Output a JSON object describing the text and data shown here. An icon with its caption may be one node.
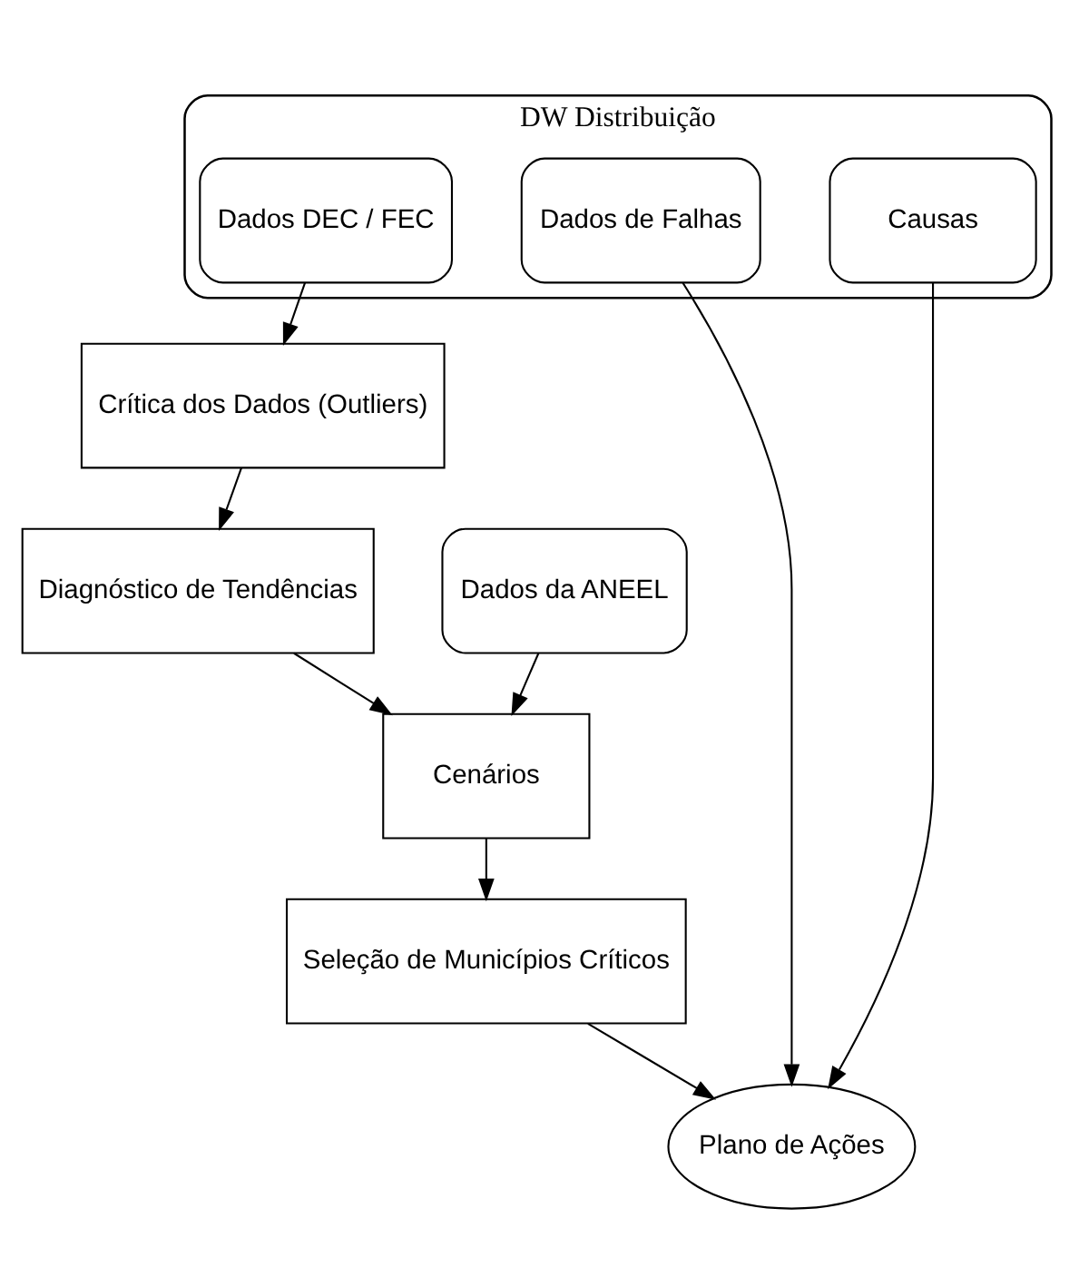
{
  "diagram": {
    "nodes": [
      {
        "text": [
          "Crítica dos Dados (Outliers)"
        ]
      },
      {
        "text": [
          "DW Distribuição"
        ]
      },
      {
        "text": [
          "Dados DEC / FEC"
        ],
        "in": 1
      },
      {
        "text": [
          "Diagnóstico de Tendências"
        ]
      },
      {
        "text": [
          "Dados da ANEEL"
        ]
      },
      {
        "text": [
          "Dados de Falhas"
        ],
        "in": 1
      },
      {
        "text": [
          "Cenários"
        ]
      },
      {
        "text": [
          "Causas"
        ],
        "in": 1
      },
      {
        "text": [
          "Seleção de Municípios Críticos"
        ]
      },
      {
        "text": [
          "Plano de Ações"
        ]
      }
    ],
    "edges": [
      {
        "from": 2,
        "to": 0,
        "arrow": "to"
      },
      {
        "from": 0,
        "to": 3,
        "arrow": "to"
      },
      {
        "from": 3,
        "to": 6,
        "arrow": "to"
      },
      {
        "from": 4,
        "to": 6,
        "arrow": "to"
      },
      {
        "from": 6,
        "to": 8,
        "arrow": "to"
      },
      {
        "from": 8,
        "to": 9,
        "arrow": "to"
      },
      {
        "from": 5,
        "to": 9,
        "arrow": "to"
      },
      {
        "from": 7,
        "to": 9,
        "arrow": "to"
      }
    ]
  }
}
